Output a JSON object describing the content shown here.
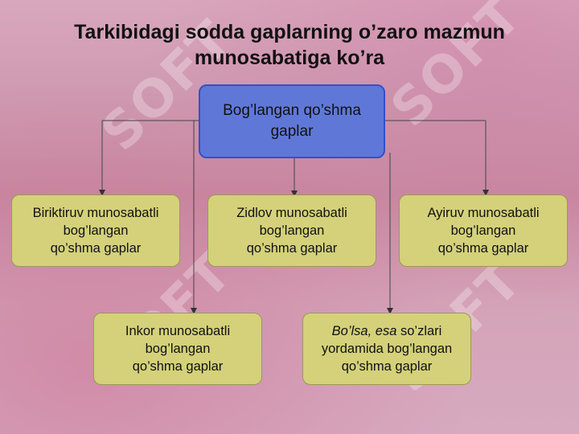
{
  "title": "Tarkibidagi sodda gaplarning o’zaro mazmun munosabatiga ko’ra",
  "watermark": "SOFT",
  "nodes": {
    "root": "Bog’langan qo’shma\ngaplar",
    "biriktiruv": "Biriktiruv munosabatli\nbog’langan\nqo’shma gaplar",
    "zidlov": "Zidlov munosabatli\nbog’langan\nqo’shma gaplar",
    "ayiruv": "Ayiruv munosabatli\nbog’langan\nqo’shma gaplar",
    "inkor": "Inkor munosabatli\nbog’langan\nqo’shma gaplar",
    "bolsa": {
      "italic": "Bo’lsa, esa",
      "rest": " so’zlari\nyordamida bog’langan\nqo’shma gaplar"
    }
  },
  "colors": {
    "root_fill": "#5f78d8",
    "child_fill": "#d4d17a"
  }
}
